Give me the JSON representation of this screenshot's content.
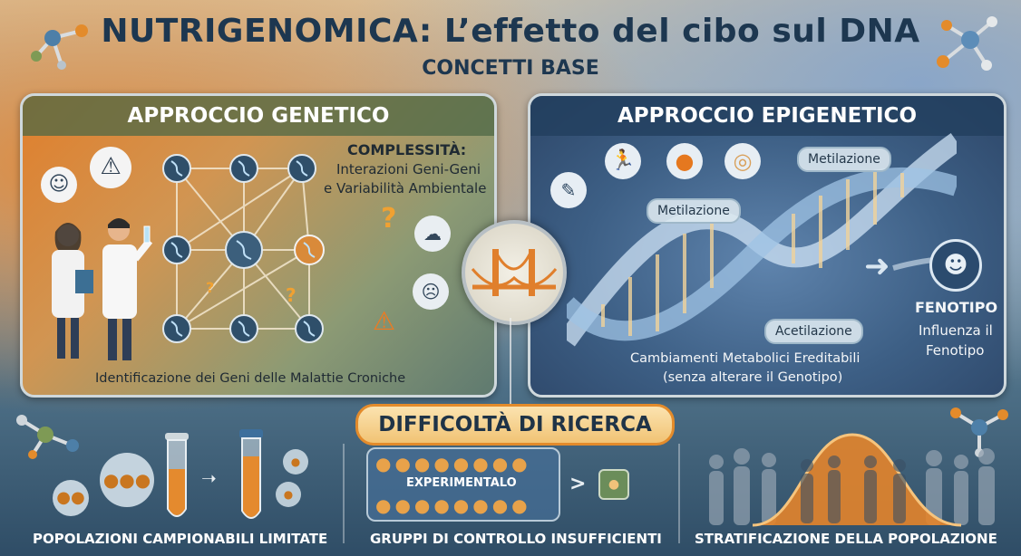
{
  "header": {
    "title": "NUTRIGENOMICA: L’effetto del cibo sul DNA",
    "subtitle": "CONCETTI BASE"
  },
  "genetic": {
    "title": "APPROCCIO GENETICO",
    "complexity_title": "COMPLESSITÀ:",
    "complexity_line1": "Interazioni Geni-Geni",
    "complexity_line2": "e Variabilità Ambientale",
    "caption": "Identificazione dei Geni delle Malattie Croniche"
  },
  "epigenetic": {
    "title": "APPROCCIO EPIGENETICO",
    "tag_metilazione_1": "Metilazione",
    "tag_metilazione_2": "Metilazione",
    "tag_acetilazione": "Acetilazione",
    "phenotype_title": "FENOTIPO",
    "phenotype_line1": "Influenza il",
    "phenotype_line2": "Fenotipo",
    "caption_line1": "Cambiamenti Metabolici Ereditabili",
    "caption_line2": "(senza alterare il Genotipo)"
  },
  "difficulties": {
    "title": "DIFFICOLTÀ DI RICERCA",
    "experimental_label": "EXPERIMENTALO",
    "label_1": "POPOLAZIONI CAMPIONABILI LIMITATE",
    "label_2": "GRUPPI DI CONTROLLO INSUFFICIENTI",
    "label_3": "STRATIFICAZIONE DELLA POPOLAZIONE"
  },
  "colors": {
    "accent_orange": "#e38b2b",
    "navy": "#1d3750",
    "dna_blue": "#a9c7e6"
  }
}
